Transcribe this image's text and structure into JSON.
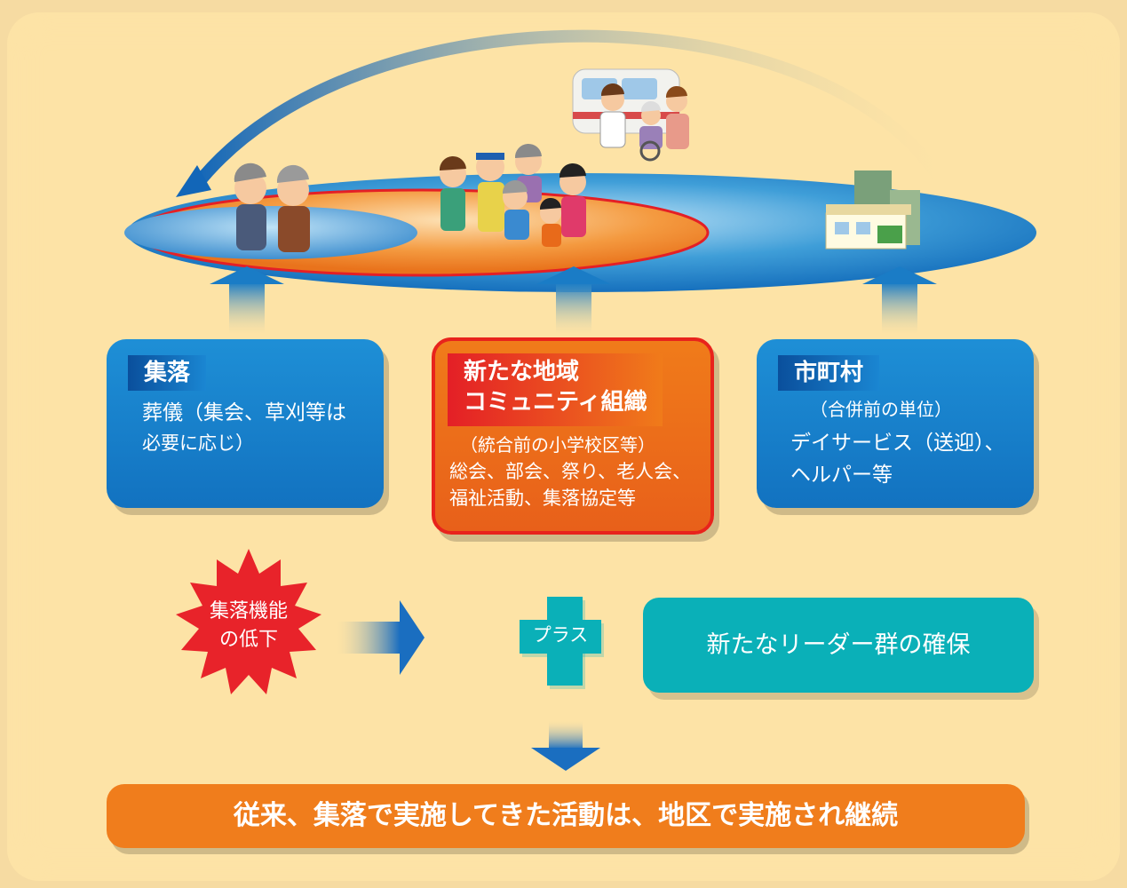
{
  "left_box": {
    "title": "集落",
    "line1": "葬儀（集会、草刈等は",
    "line2": "必要に応じ）"
  },
  "center_box": {
    "title_line1": "新たな地域",
    "title_line2": "コミュニティ組織",
    "sub": "（統合前の小学校区等）",
    "line1": "総会、部会、祭り、老人会、",
    "line2": "福祉活動、集落協定等"
  },
  "right_box": {
    "title": "市町村",
    "sub": "（合併前の単位）",
    "line1": "デイサービス（送迎）、",
    "line2": "ヘルパー等"
  },
  "burst": {
    "line1": "集落機能",
    "line2": "の低下"
  },
  "plus_label": "プラス",
  "leader_box": "新たなリーダー群の確保",
  "bottom_banner": "従来、集落で実施してきた活動は、地区で実施され継続",
  "colors": {
    "blue": "#1272c0",
    "orange": "#f07b1a",
    "red": "#e41f26",
    "teal": "#0ab0b8",
    "background": "#fde3a6"
  }
}
